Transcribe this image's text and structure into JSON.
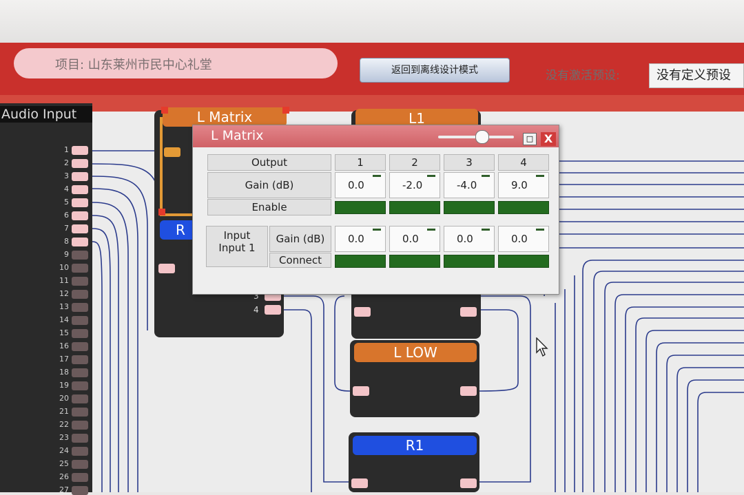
{
  "header": {
    "project_label": "项目: 山东莱州市民中心礼堂",
    "offline_button": "返回到离线设计模式",
    "preset_label": "没有激活预设:",
    "preset_value": "没有定义预设"
  },
  "audio_input": {
    "title": "Audio Input",
    "ports": [
      "1",
      "2",
      "3",
      "4",
      "5",
      "6",
      "7",
      "8",
      "9",
      "10",
      "11",
      "12",
      "13",
      "14",
      "15",
      "16",
      "17",
      "18",
      "19",
      "20",
      "21",
      "22",
      "23",
      "24",
      "25",
      "26",
      "27"
    ],
    "active_ports": 8
  },
  "blocks": {
    "l_matrix_title": "L Matrix",
    "l1_title": "L1",
    "l_low_title": "L  LOW",
    "r1_title": "R1",
    "r_partial_title": "R",
    "pin_3": "3",
    "pin_4": "4"
  },
  "matrix_window": {
    "title": "L Matrix",
    "close_glyph": "X",
    "output_label": "Output",
    "outputs": [
      "1",
      "2",
      "3",
      "4"
    ],
    "output_gain_label": "Gain (dB)",
    "output_gains": [
      "0.0",
      "-2.0",
      "-4.0",
      "9.0"
    ],
    "enable_label": "Enable",
    "input_label": "Input",
    "input_name": "Input 1",
    "input_gain_label": "Gain (dB)",
    "input_gains": [
      "0.0",
      "0.0",
      "0.0",
      "0.0"
    ],
    "connect_label": "Connect"
  },
  "colors": {
    "toolbar": "#c9302c",
    "block_orange": "#d8752c",
    "block_blue": "#1f4fe0",
    "enable_green": "#236b1f",
    "wire": "#2b3b8c",
    "pin_active": "#f3c4c8",
    "pin_inactive": "#6b5a5b"
  },
  "icons": [
    "maximize-icon",
    "close-icon",
    "mouse-cursor-icon"
  ]
}
